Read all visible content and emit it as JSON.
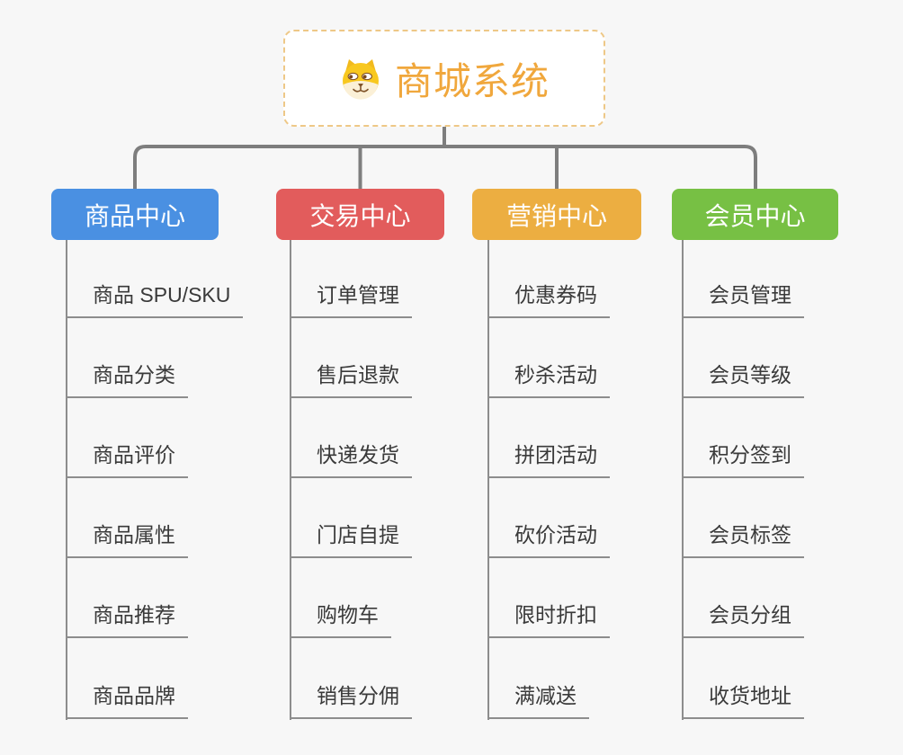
{
  "page": {
    "background_color": "#f7f7f7",
    "connector_main_color": "#7e7e7e",
    "connector_sub_color": "#8d8d8d",
    "leaf_text_color": "#3a3a3a"
  },
  "root": {
    "title": "商城系统",
    "icon": "dog-face-icon",
    "title_color": "#f0a73c",
    "border_color": "#eec887",
    "background": "#ffffff"
  },
  "branches": [
    {
      "label": "商品中心",
      "color": "#4a90e2",
      "children": [
        "商品 SPU/SKU",
        "商品分类",
        "商品评价",
        "商品属性",
        "商品推荐",
        "商品品牌"
      ]
    },
    {
      "label": "交易中心",
      "color": "#e25c5c",
      "children": [
        "订单管理",
        "售后退款",
        "快递发货",
        "门店自提",
        "购物车",
        "销售分佣"
      ]
    },
    {
      "label": "营销中心",
      "color": "#ecae41",
      "children": [
        "优惠券码",
        "秒杀活动",
        "拼团活动",
        "砍价活动",
        "限时折扣",
        "满减送"
      ]
    },
    {
      "label": "会员中心",
      "color": "#77c044",
      "children": [
        "会员管理",
        "会员等级",
        "积分签到",
        "会员标签",
        "会员分组",
        "收货地址"
      ]
    }
  ]
}
